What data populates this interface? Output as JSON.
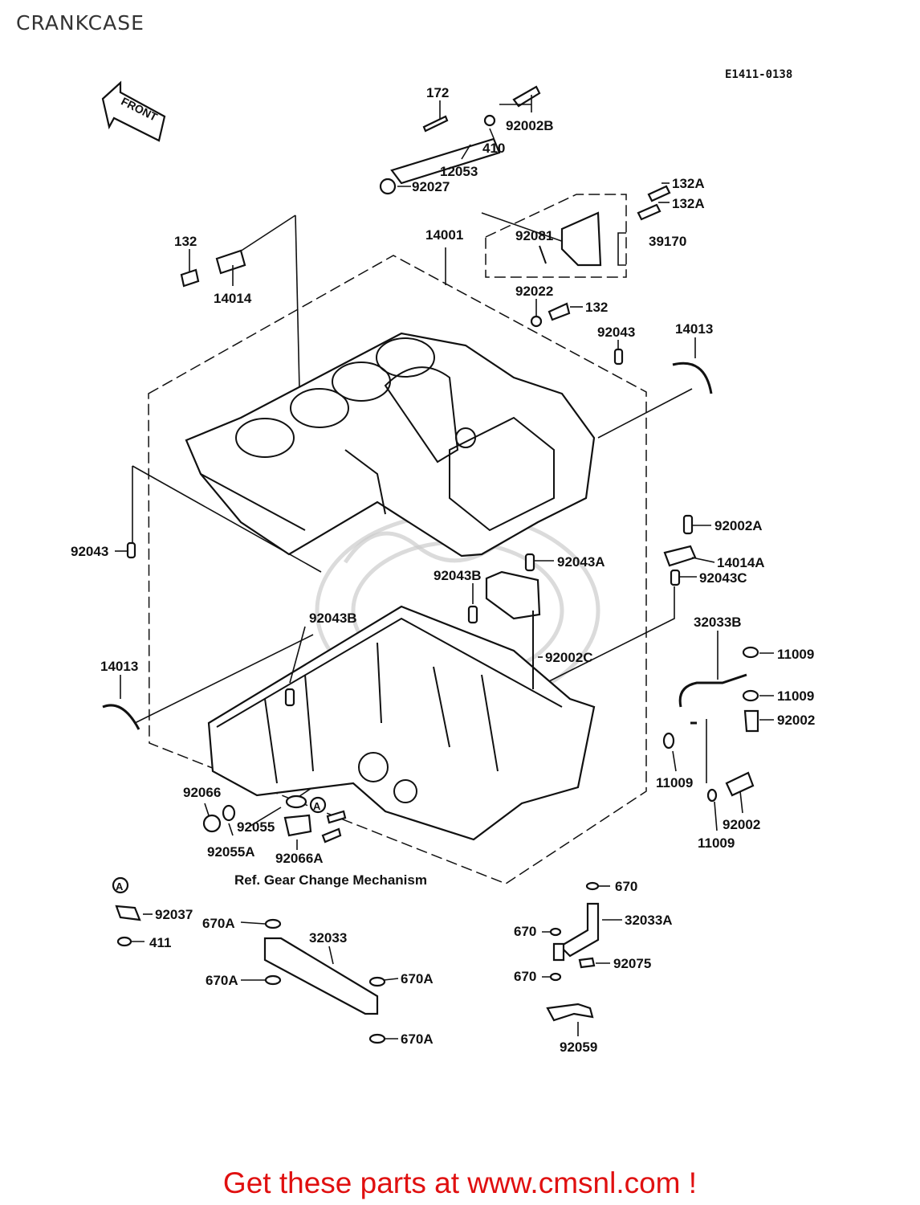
{
  "page": {
    "title": "CRANKCASE",
    "diagram_code": "E1411-0138"
  },
  "front_arrow": {
    "label": "FRONT"
  },
  "callouts": {
    "p172": "172",
    "p92002B": "92002B",
    "p410": "410",
    "p12053": "12053",
    "p92027": "92027",
    "p132A_1": "132A",
    "p132A_2": "132A",
    "p92081": "92081",
    "p39170": "39170",
    "p132_top": "132",
    "p14014": "14014",
    "p14001": "14001",
    "p92022": "92022",
    "p132_mid": "132",
    "p92043_top": "92043",
    "p14013_top": "14013",
    "p92043_left": "92043",
    "p92002A": "92002A",
    "p14014A": "14014A",
    "p92043C": "92043C",
    "p92043A": "92043A",
    "p92043B_1": "92043B",
    "p92043B_2": "92043B",
    "p92002C": "92002C",
    "p32033B": "32033B",
    "p11009_1": "11009",
    "p11009_2": "11009",
    "p92002_1": "92002",
    "p14013_left": "14013",
    "p11009_3": "11009",
    "p92002_2": "92002",
    "p11009_4": "11009",
    "p92066": "92066",
    "p92055": "92055",
    "p92055A": "92055A",
    "p92066A": "92066A",
    "p670_1": "670",
    "p92037": "92037",
    "p670A_1": "670A",
    "p32033": "32033",
    "p32033A": "32033A",
    "p670_2": "670",
    "p411": "411",
    "p92075": "92075",
    "p670A_2": "670A",
    "p670A_3": "670A",
    "p670_3": "670",
    "p92059": "92059",
    "p670A_4": "670A",
    "ref_A_1": "A",
    "ref_A_2": "A"
  },
  "notes": {
    "ref_gear": "Ref. Gear Change Mechanism"
  },
  "footer": {
    "text": "Get these parts at www.cmsnl.com !"
  }
}
